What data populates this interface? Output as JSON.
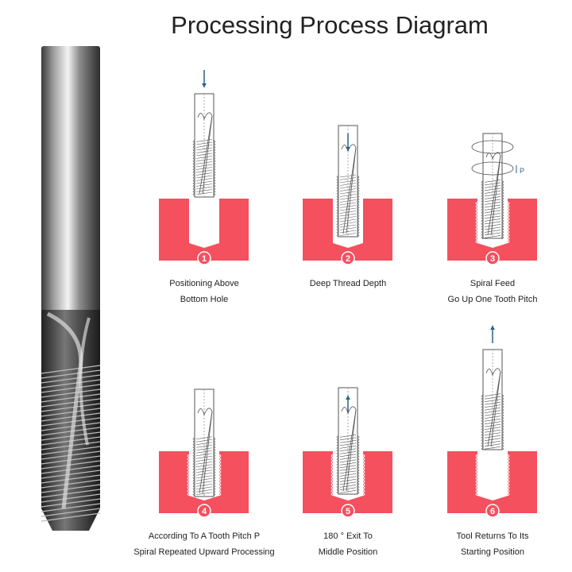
{
  "title": "Processing Process Diagram",
  "colors": {
    "block": "#f4505e",
    "arrow": "#2a5f86",
    "outline": "#555555"
  },
  "steps": [
    {
      "number": "1",
      "caption": [
        "Positioning Above",
        "Bottom Hole"
      ],
      "arrow": "down"
    },
    {
      "number": "2",
      "caption": [
        "Deep Thread Depth"
      ],
      "arrow": "down"
    },
    {
      "number": "3",
      "caption": [
        "Spiral Feed",
        "Go Up One Tooth Pitch"
      ],
      "pitch_label": "P"
    },
    {
      "number": "4",
      "caption": [
        "According To A Tooth Pitch P",
        "Spiral Repeated Upward Processing"
      ]
    },
    {
      "number": "5",
      "caption": [
        "180 ° Exit To",
        "Middle Position"
      ],
      "arrow": "up"
    },
    {
      "number": "6",
      "caption": [
        "Tool Returns To Its",
        "Starting Position"
      ],
      "arrow": "up"
    }
  ]
}
